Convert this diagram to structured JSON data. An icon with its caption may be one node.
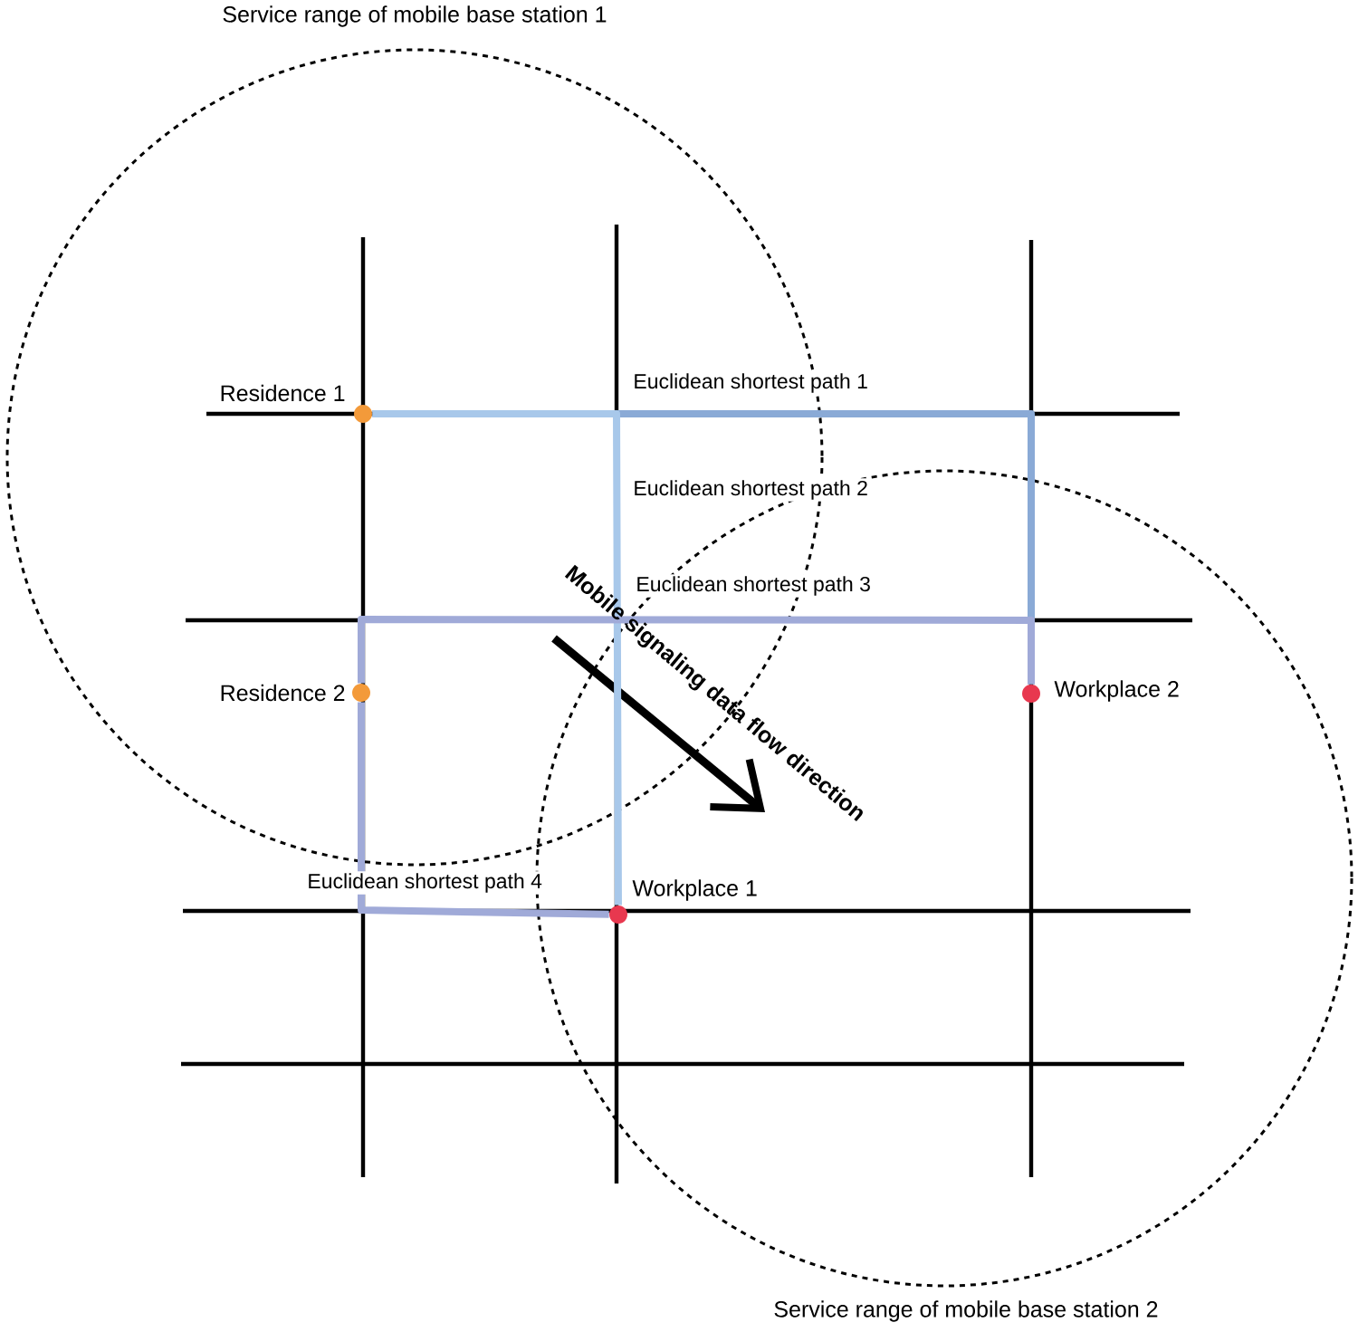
{
  "diagram": {
    "nodes": [
      {
        "text": [
          "Residence 1"
        ]
      },
      {
        "text": [
          "Residence 2"
        ]
      },
      {
        "text": [
          "Workplace 2"
        ]
      },
      {
        "text": [
          "Workplace 1"
        ]
      }
    ],
    "edges": [
      {
        "from": 0,
        "to": 2,
        "arrow": "none",
        "label": "Euclidean shortest path 1",
        "color": "#8aaad6"
      },
      {
        "from": 0,
        "to": 3,
        "arrow": "none",
        "label": "Euclidean shortest path 2",
        "color": "#a8c8ea"
      },
      {
        "from": 1,
        "to": 2,
        "arrow": "none",
        "label": "Euclidean shortest path 3",
        "color": "#a0aad8"
      },
      {
        "from": 1,
        "to": 3,
        "arrow": "none",
        "label": "Euclidean shortest path 4",
        "color": "#a0aad8"
      }
    ],
    "labels": [
      "Service range of mobile base station 1",
      "Mobile signaling data flow direction",
      "Service range of mobile base station 2"
    ]
  }
}
